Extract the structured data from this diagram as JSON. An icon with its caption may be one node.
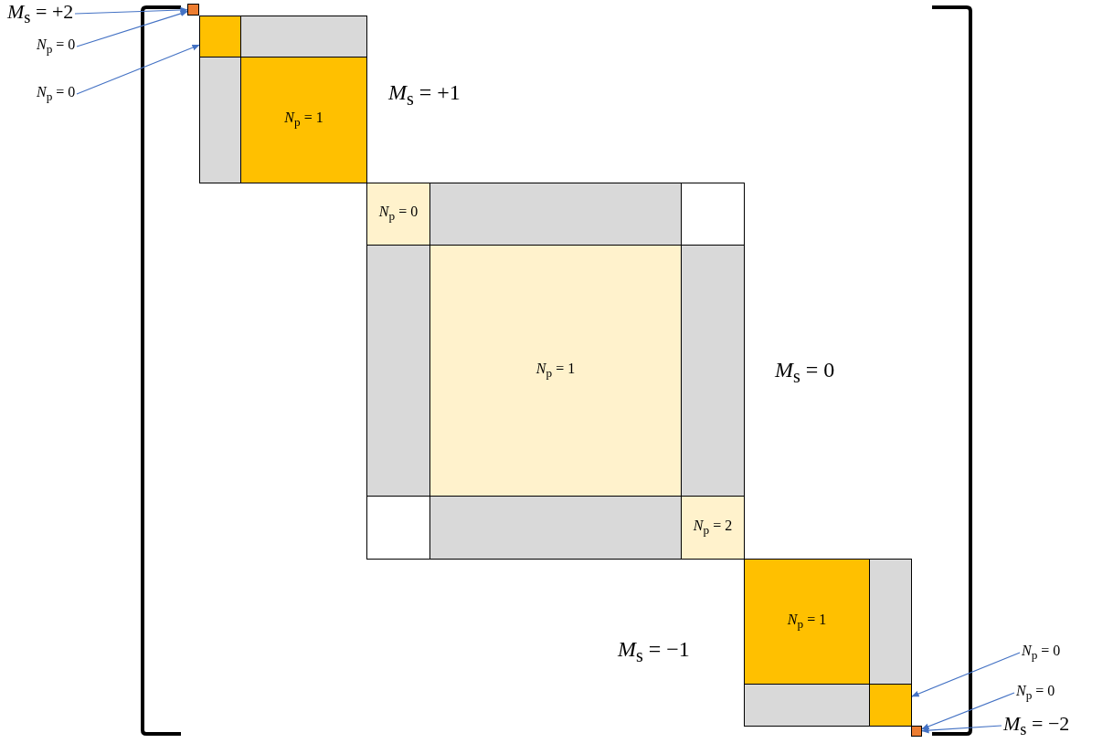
{
  "diagram": {
    "nodes": [
      {
        "text": [
          "*M*$_{s}$ = +2"
        ]
      },
      {
        "text": [],
        "shape": "box"
      },
      {
        "text": [
          "*N*$_{p}$ = 0"
        ]
      },
      {
        "text": [
          "*N*$_{p}$ = 0"
        ]
      },
      {
        "text": [],
        "shape": "box"
      },
      {
        "text": [],
        "shape": "box"
      },
      {
        "text": [],
        "shape": "box"
      },
      {
        "text": [
          "*N*$_{p}$ = 1"
        ]
      },
      {
        "text": [
          "*N*$_{p}$ = 0"
        ]
      },
      {
        "text": [],
        "shape": "box"
      },
      {
        "text": [],
        "shape": "box"
      },
      {
        "text": [],
        "shape": "box"
      },
      {
        "text": [
          "*N*$_{p}$ = 1"
        ]
      },
      {
        "text": [],
        "shape": "box"
      },
      {
        "text": [],
        "shape": "box"
      },
      {
        "text": [],
        "shape": "box"
      },
      {
        "text": [
          "*N*$_{p}$ = 2"
        ]
      },
      {
        "text": [
          "*N*$_{p}$ = 1"
        ]
      },
      {
        "text": [],
        "shape": "box"
      },
      {
        "text": [],
        "shape": "box"
      },
      {
        "text": [],
        "shape": "box"
      },
      {
        "text": [
          "*N*$_{p}$ = 0"
        ]
      },
      {
        "text": [
          "*N*$_{p}$ = 0"
        ]
      },
      {
        "text": [],
        "shape": "box"
      },
      {
        "text": [
          "*M*$_{s}$ = −2"
        ]
      }
    ],
    "edges": [
      {
        "from": 0,
        "to": 1,
        "arrow": "to"
      },
      {
        "from": 2,
        "to": 1,
        "arrow": "to"
      },
      {
        "from": 3,
        "to": 4,
        "arrow": "to"
      },
      {
        "from": 21,
        "to": 20,
        "arrow": "to"
      },
      {
        "from": 22,
        "to": 23,
        "arrow": "to"
      },
      {
        "from": 24,
        "to": 23,
        "arrow": "to"
      }
    ],
    "labels": [
      "*M*$_{s}$ = +1",
      "*M*$_{s}$ = 0",
      "*M*$_{s}$ = −1"
    ]
  }
}
